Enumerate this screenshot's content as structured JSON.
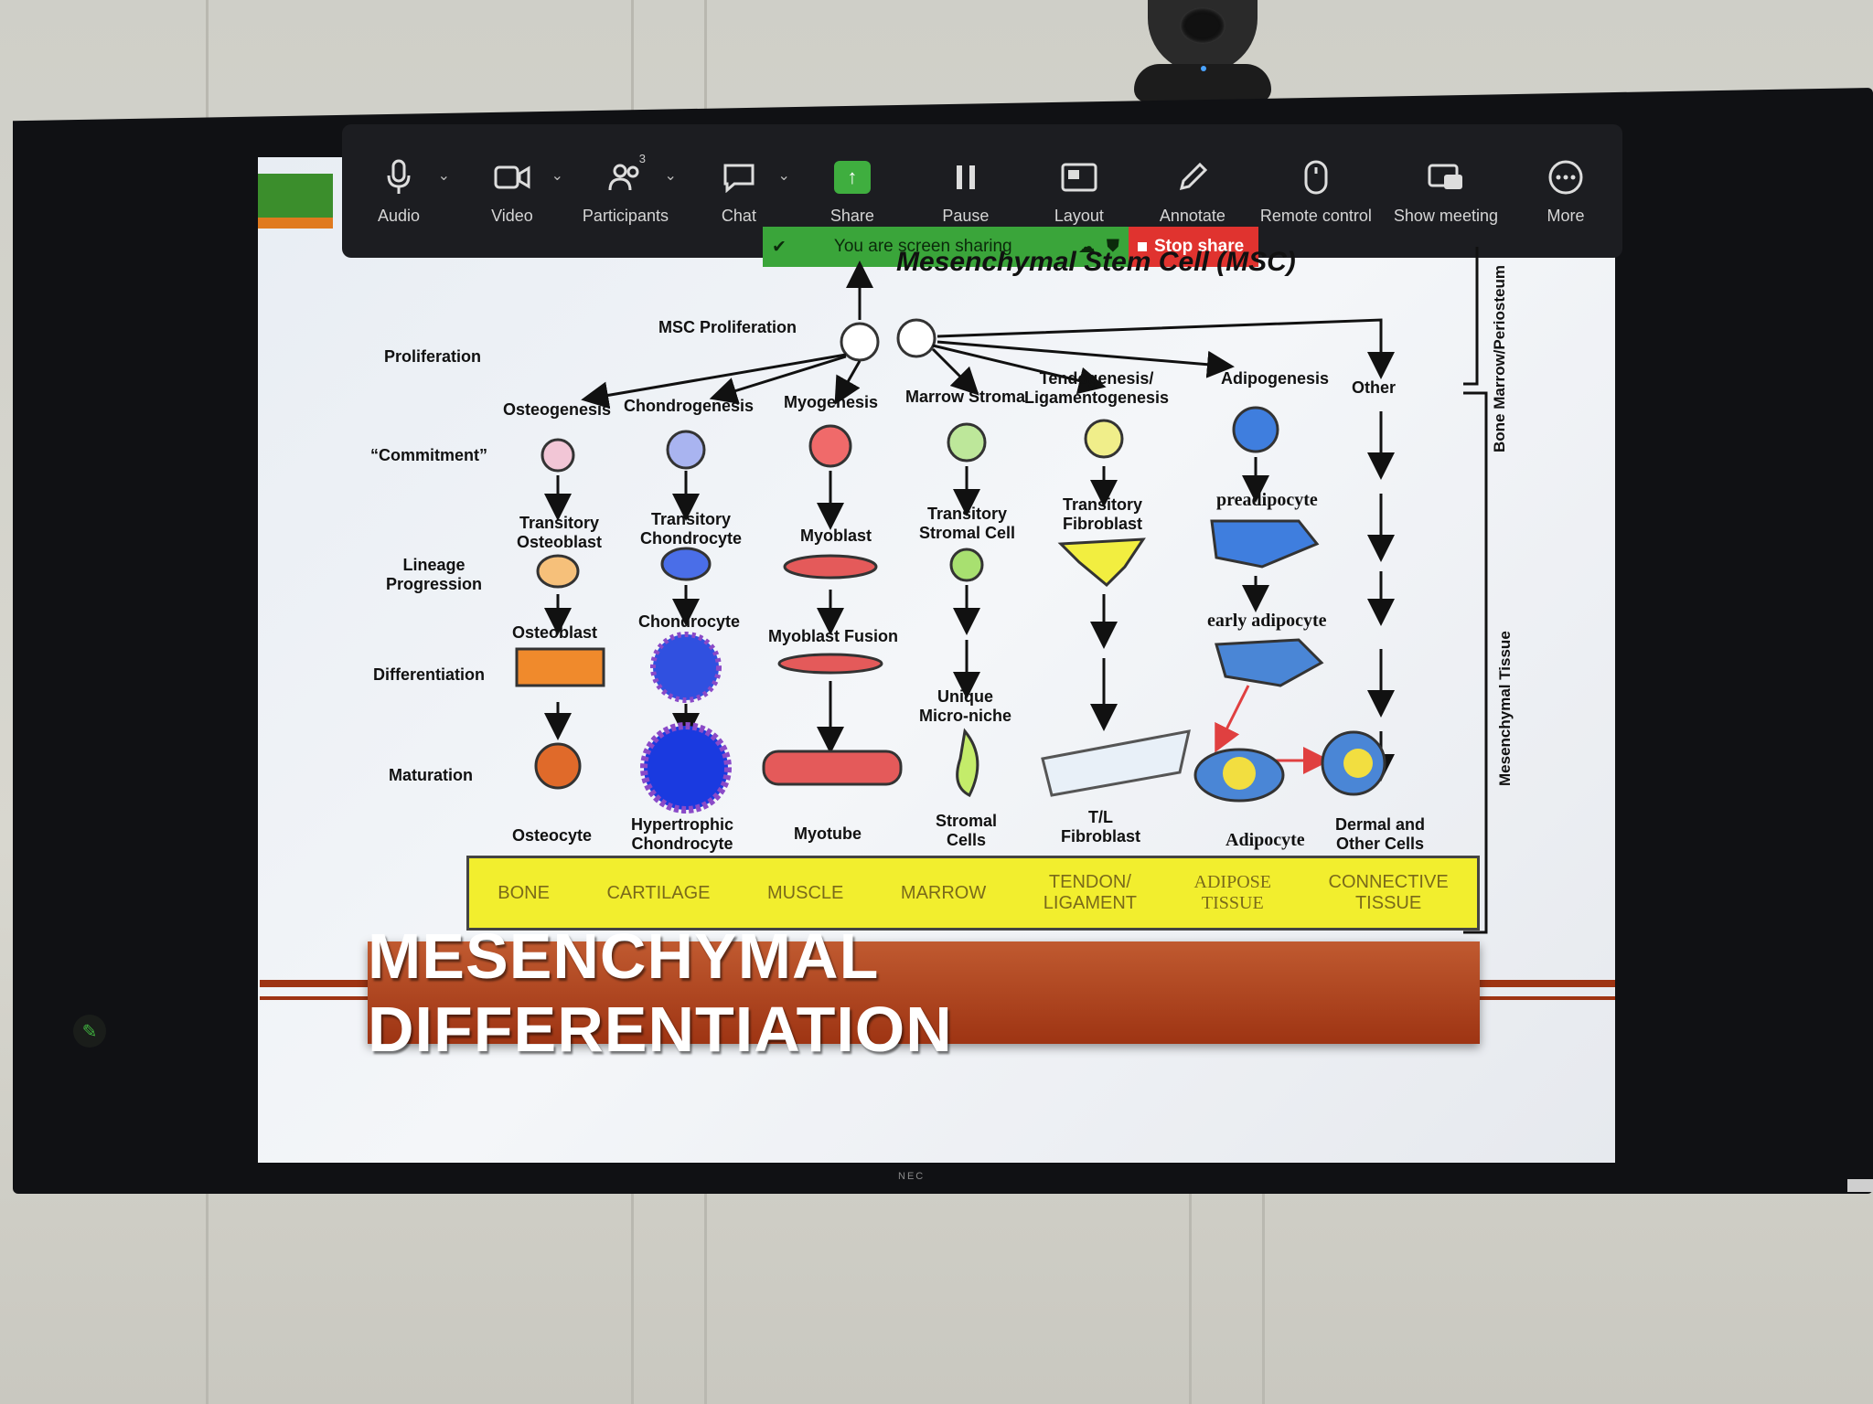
{
  "toolbar": {
    "audio_label": "Audio",
    "video_label": "Video",
    "participants_label": "Participants",
    "participants_count": "3",
    "chat_label": "Chat",
    "share_label": "Share",
    "pause_label": "Pause",
    "layout_label": "Layout",
    "annotate_label": "Annotate",
    "remote_control_label": "Remote control",
    "show_meeting_label": "Show meeting",
    "more_label": "More"
  },
  "share_bar": {
    "status_text": "You are screen sharing",
    "stop_label": "Stop share"
  },
  "slide": {
    "diagram_title": "Mesenchymal Stem Cell (MSC)",
    "msc_proliferation": "MSC Proliferation",
    "stages": [
      "Proliferation",
      "“Commitment”",
      "Lineage\nProgression",
      "Differentiation",
      "Maturation"
    ],
    "pathways": [
      "Osteogenesis",
      "Chondrogenesis",
      "Myogenesis",
      "Marrow Stroma",
      "Tendogenesis/\nLigamentogenesis",
      "Adipogenesis",
      "Other"
    ],
    "cells": {
      "transitory_osteoblast": "Transitory\nOsteoblast",
      "osteoblast": "Osteoblast",
      "osteocyte": "Osteocyte",
      "transitory_chondrocyte": "Transitory\nChondrocyte",
      "chondrocyte": "Chondrocyte",
      "hypertrophic_chondrocyte": "Hypertrophic\nChondrocyte",
      "myoblast": "Myoblast",
      "myoblast_fusion": "Myoblast Fusion",
      "myotube": "Myotube",
      "transitory_stromal": "Transitory\nStromal Cell",
      "unique_microniche": "Unique\nMicro-niche",
      "stromal_cells": "Stromal\nCells",
      "transitory_fibroblast": "Transitory\nFibroblast",
      "tl_fibroblast": "T/L\nFibroblast",
      "preadipocyte": "preadipocyte",
      "early_adipocyte": "early adipocyte",
      "adipocyte": "Adipocyte",
      "dermal": "Dermal and\nOther Cells"
    },
    "side_labels": [
      "Bone Marrow/Periosteum",
      "Mesenchymal Tissue"
    ],
    "tissues": [
      "BONE",
      "CARTILAGE",
      "MUSCLE",
      "MARROW",
      "TENDON/\nLIGAMENT",
      "ADIPOSE\nTISSUE",
      "CONNECTIVE\nTISSUE"
    ],
    "banner_title": "MESENCHYMAL DIFFERENTIATION"
  },
  "tv": {
    "brand": "NEC"
  },
  "colors": {
    "toolbar_bg": "#1c1d21",
    "share_green": "#3aa53a",
    "stop_red": "#e0332f",
    "banner": "#9e3413",
    "tissue_band": "#f2ee2e",
    "bone_cell": "#f0a040",
    "cartilage_cell": "#3a5fd8",
    "muscle_cell": "#e45a5a",
    "marrow_cell": "#a8e070",
    "tendon_cell": "#e8e86a",
    "fat_cell": "#4a86d6"
  }
}
